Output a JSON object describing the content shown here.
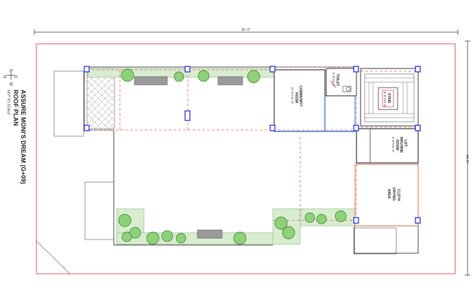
{
  "dimensions": {
    "width_label": "81'-0\"",
    "height_label": "44'-6\""
  },
  "title_block": {
    "project": "ASSURE MONI'S DREAM (G+09)",
    "drawing": "ROOF PLAN",
    "scale_note": "NOT TO SCALE",
    "compass": {
      "north": "N",
      "south": "S",
      "east": "E",
      "west": "W"
    }
  },
  "rooms": {
    "community": {
      "name": "COMMUNITY",
      "sub": "ROOM",
      "size": "11'-6\"X11'-6\""
    },
    "toilet": {
      "name": "TOILET",
      "size": "5'-0\"X5'-6\""
    },
    "stair": {
      "name": "STAIR",
      "size": "8'-0\"X11'-6\""
    },
    "lift": {
      "name": "LIFT",
      "line2": "MACHINE",
      "line3": "ROOM",
      "size": "6'-0\"X11'-6\""
    },
    "cloth": {
      "name": "CLOTH",
      "line2": "DRYING",
      "line3": "AREA"
    }
  },
  "colors": {
    "wall": "#333333",
    "boundary": "#e05050",
    "dashed": "#e06060",
    "column": "#2a2ad6",
    "planter": "#8c8c8c",
    "tree": "#3a9a2a"
  }
}
